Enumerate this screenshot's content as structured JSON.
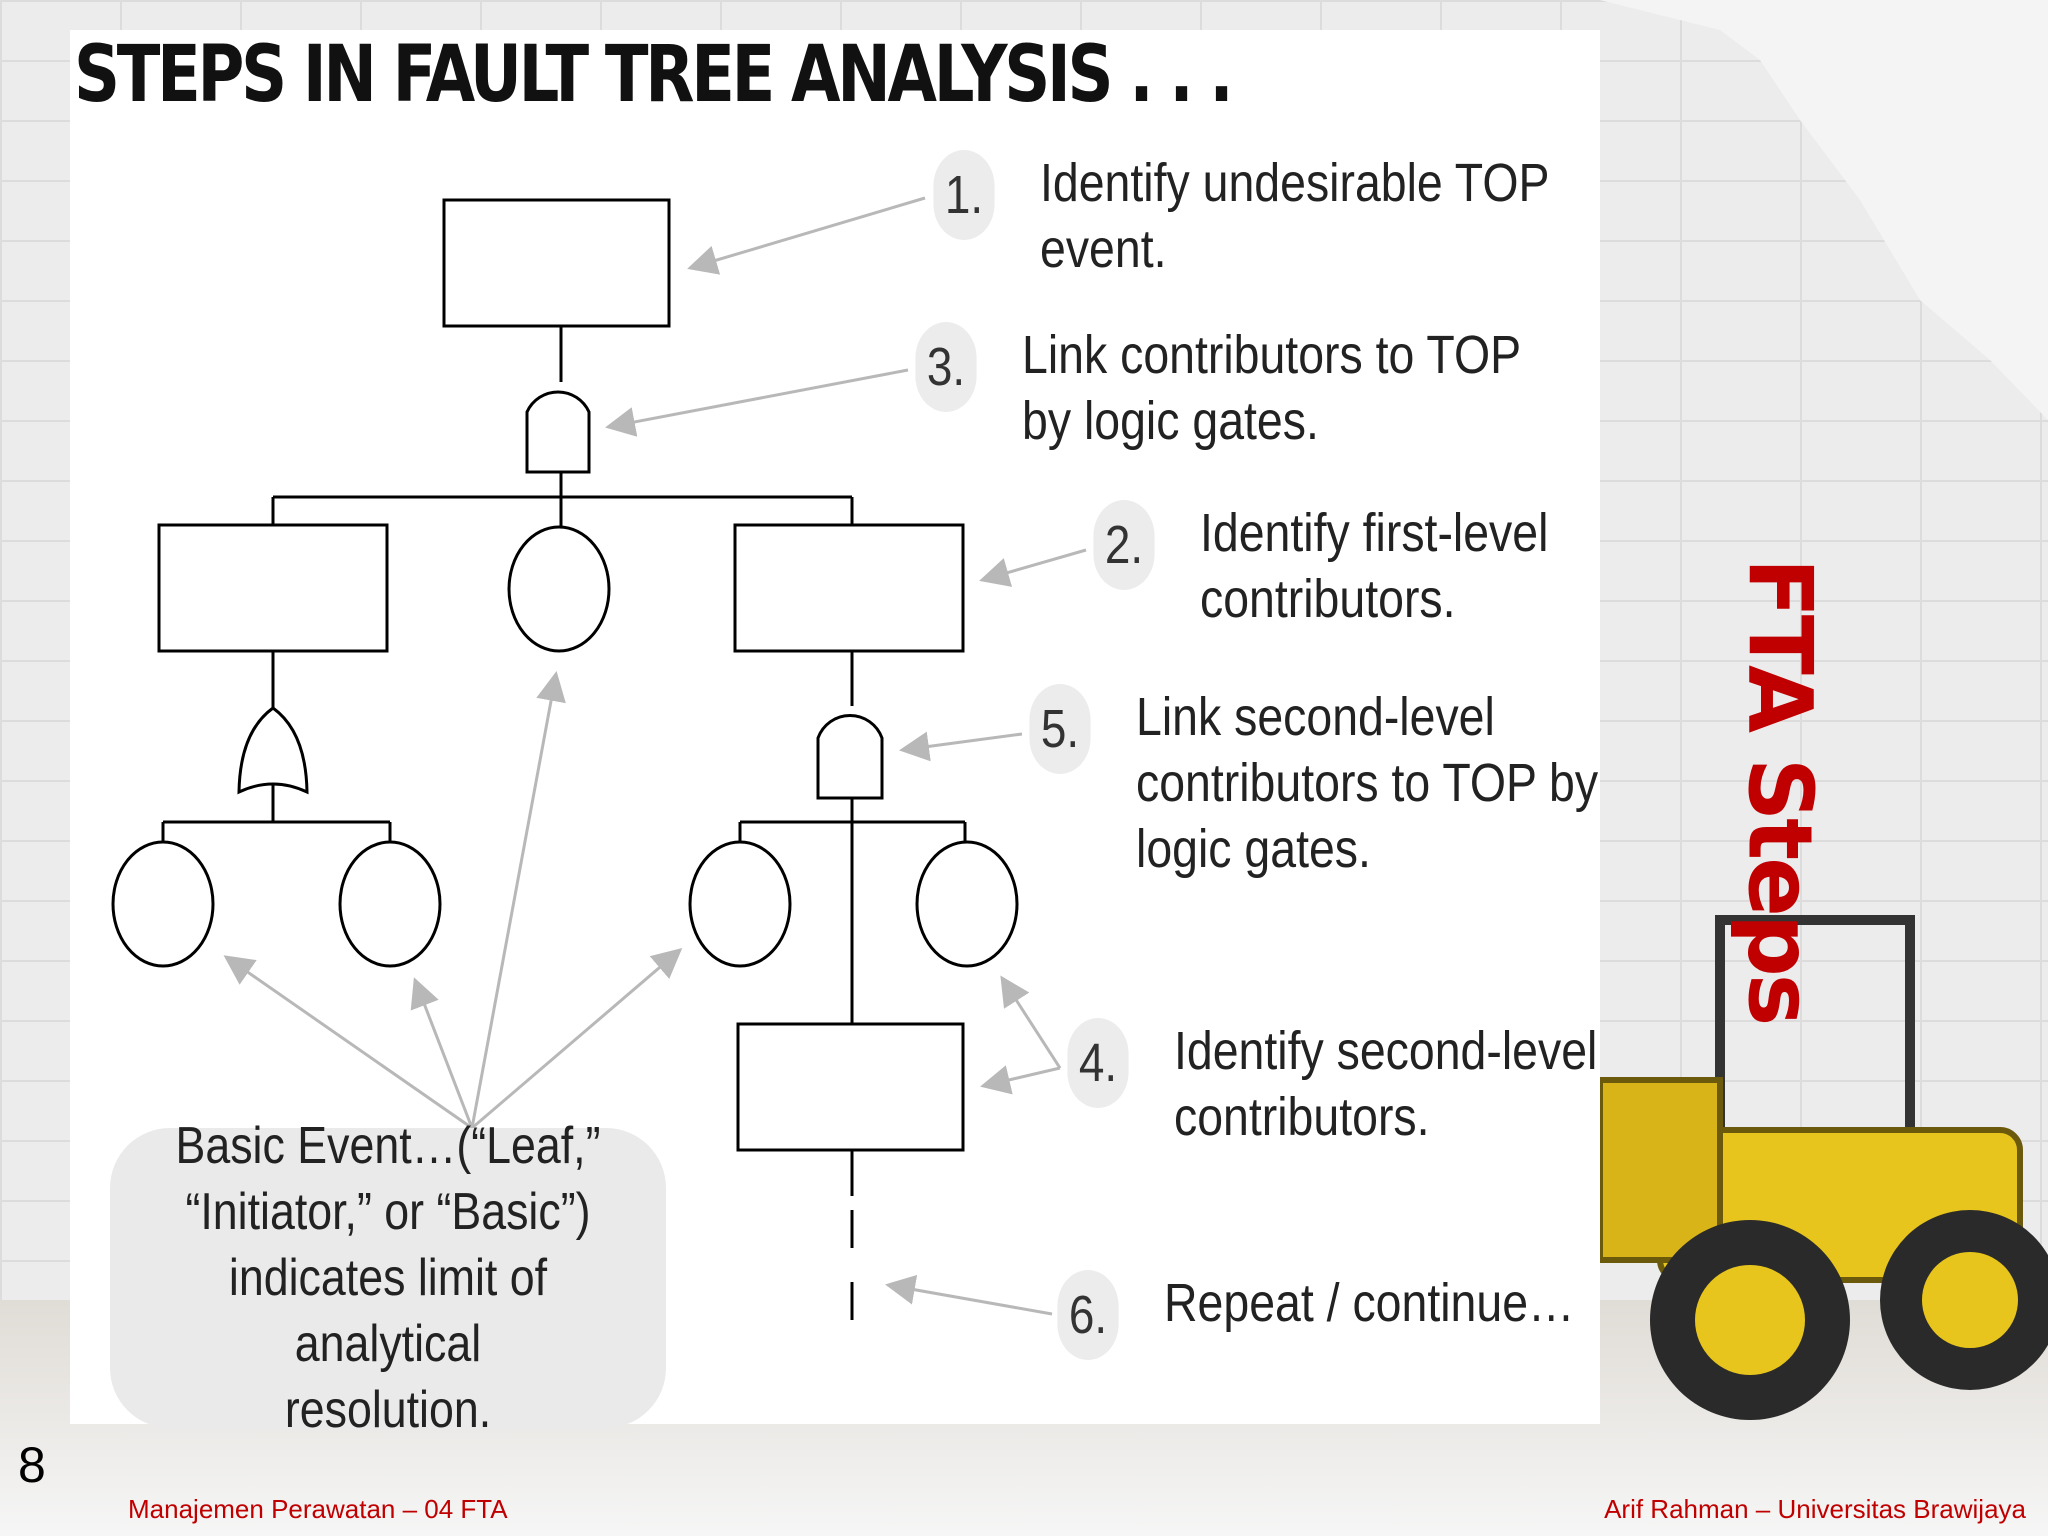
{
  "title": "STEPS IN FAULT TREE ANALYSIS . . .",
  "side_title": "FTA Steps",
  "steps": [
    {
      "num": "1.",
      "text": "Identify undesirable TOP\nevent."
    },
    {
      "num": "3.",
      "text": "Link contributors to TOP\nby logic gates."
    },
    {
      "num": "2.",
      "text": "Identify first-level\ncontributors."
    },
    {
      "num": "5.",
      "text": "Link second-level\ncontributors to TOP by\nlogic gates."
    },
    {
      "num": "4.",
      "text": "Identify second-level\ncontributors."
    },
    {
      "num": "6.",
      "text": "Repeat / continue…"
    }
  ],
  "basic_event": "Basic Event…(“Leaf,”\n“Initiator,” or “Basic”)\nindicates limit of analytical\nresolution.",
  "slide_number": "8",
  "footer": {
    "left": "Manajemen Perawatan – 04 FTA",
    "right": "Arif Rahman – Universitas Brawijaya"
  },
  "colors": {
    "accent": "#c00000",
    "arrow": "#b8b8b8",
    "diagram_stroke": "#000000"
  }
}
